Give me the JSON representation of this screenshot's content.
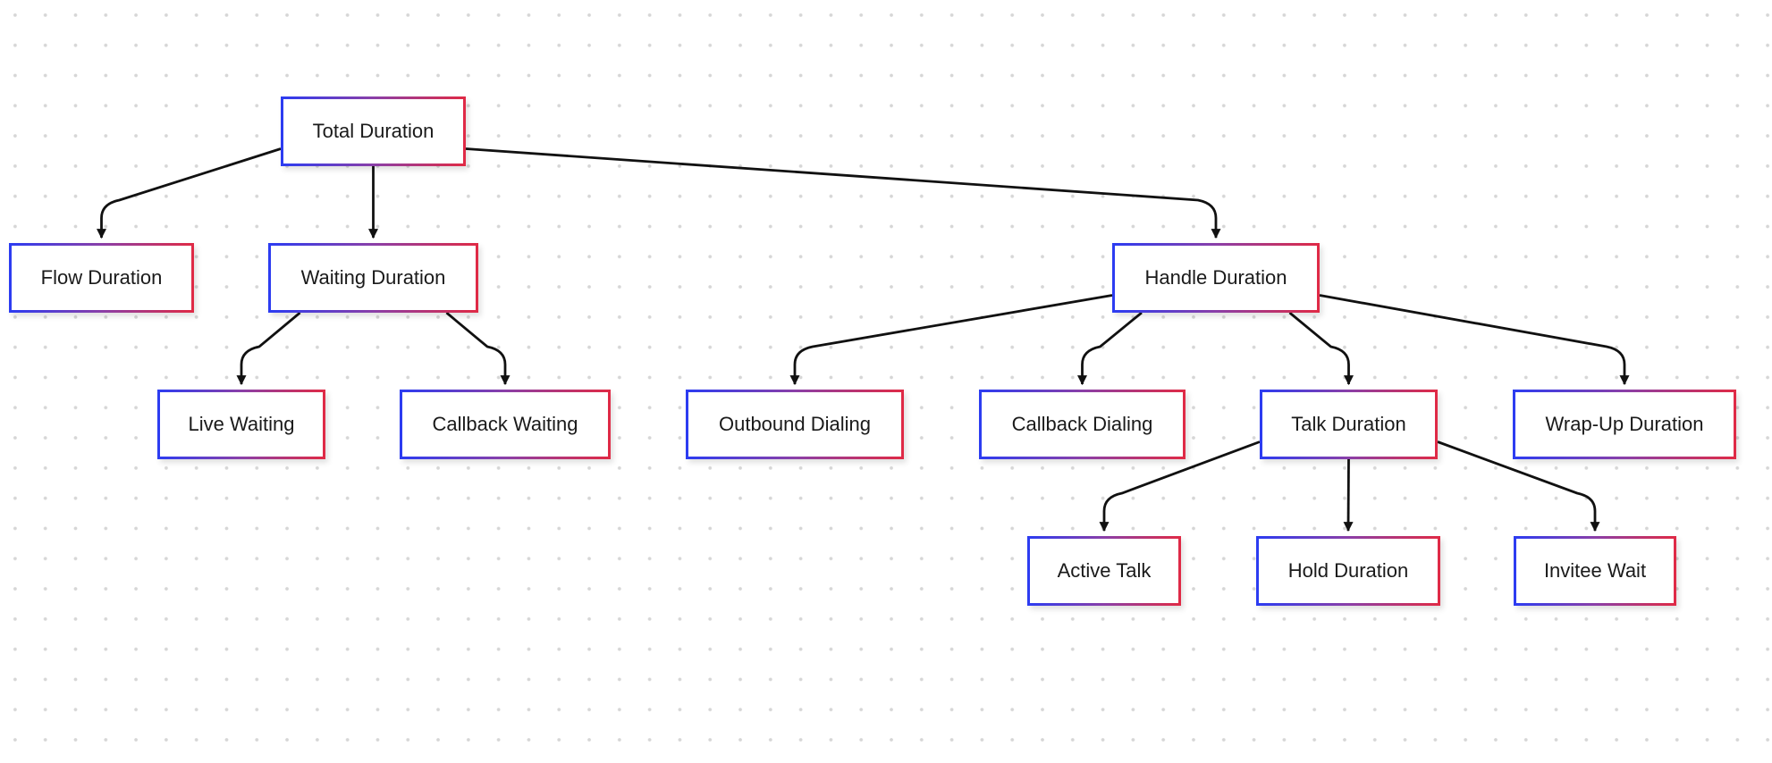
{
  "diagram": {
    "nodes": {
      "total_duration": "Total Duration",
      "flow_duration": "Flow Duration",
      "waiting_duration": "Waiting Duration",
      "handle_duration": "Handle Duration",
      "live_waiting": "Live Waiting",
      "callback_waiting": "Callback Waiting",
      "outbound_dialing": "Outbound Dialing",
      "callback_dialing": "Callback Dialing",
      "talk_duration": "Talk Duration",
      "wrap_up_duration": "Wrap-Up Duration",
      "active_talk": "Active Talk",
      "hold_duration": "Hold Duration",
      "invitee_wait": "Invitee Wait"
    },
    "edges": [
      [
        "total_duration",
        "flow_duration"
      ],
      [
        "total_duration",
        "waiting_duration"
      ],
      [
        "total_duration",
        "handle_duration"
      ],
      [
        "waiting_duration",
        "live_waiting"
      ],
      [
        "waiting_duration",
        "callback_waiting"
      ],
      [
        "handle_duration",
        "outbound_dialing"
      ],
      [
        "handle_duration",
        "callback_dialing"
      ],
      [
        "handle_duration",
        "talk_duration"
      ],
      [
        "handle_duration",
        "wrap_up_duration"
      ],
      [
        "talk_duration",
        "active_talk"
      ],
      [
        "talk_duration",
        "hold_duration"
      ],
      [
        "talk_duration",
        "invitee_wait"
      ]
    ],
    "colors": {
      "border_start": "#2b3cf2",
      "border_end": "#e02a45",
      "edge": "#111111",
      "dot": "#d6d6d6"
    }
  }
}
